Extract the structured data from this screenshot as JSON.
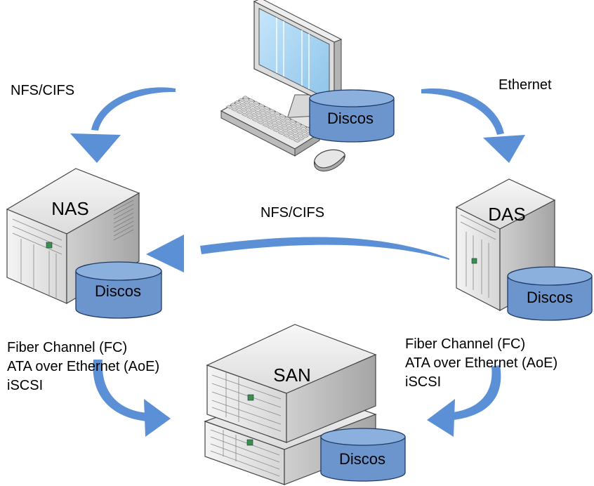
{
  "labels": {
    "pc_disk": "Discos",
    "nas_title": "NAS",
    "nas_disk": "Discos",
    "das_title": "DAS",
    "das_disk": "Discos",
    "san_title": "SAN",
    "san_disk": "Discos",
    "arrow_pc_nas": "NFS/CIFS",
    "arrow_pc_das": "Ethernet",
    "arrow_das_nas": "NFS/CIFS",
    "nas_san_protocols": [
      "Fiber Channel (FC)",
      "ATA over Ethernet (AoE)",
      "iSCSI"
    ],
    "das_san_protocols": [
      "Fiber Channel (FC)",
      "ATA over Ethernet (AoE)",
      "iSCSI"
    ]
  },
  "colors": {
    "arrow": "#5b8fd6",
    "disk_fill": "#6b95cc",
    "disk_stroke": "#1f3b66",
    "server_light": "#efefef",
    "server_mid": "#cfcfcf",
    "server_dark": "#9a9a9a",
    "screen": "#a8d4f0"
  }
}
